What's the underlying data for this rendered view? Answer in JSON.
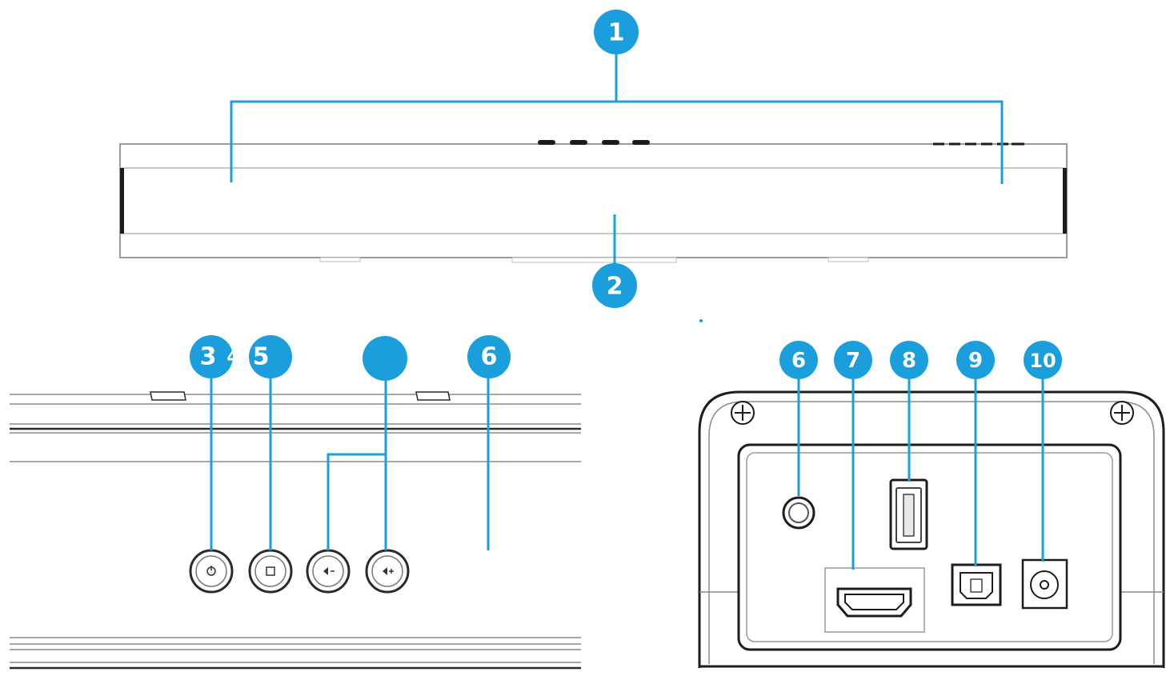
{
  "colors": {
    "accent": "#1a9fdc",
    "outline": "#1c1c1c",
    "panel_line": "#8a8a8a"
  },
  "callouts": {
    "c1": "1",
    "c2": "2",
    "c3": "3",
    "c4": "4",
    "c5": "5",
    "c_blank": "",
    "c6_side": "6",
    "c6_rear": "6",
    "c7": "7",
    "c8": "8",
    "c9": "9",
    "c10": "10"
  },
  "icons": {
    "power": "power-icon",
    "source": "source-icon",
    "volume_down": "volume-down-icon",
    "volume_up": "volume-up-icon",
    "aux": "aux-jack-icon",
    "hdmi": "hdmi-port-icon",
    "usb": "usb-port-icon",
    "optical": "optical-port-icon",
    "dc": "dc-in-icon"
  }
}
